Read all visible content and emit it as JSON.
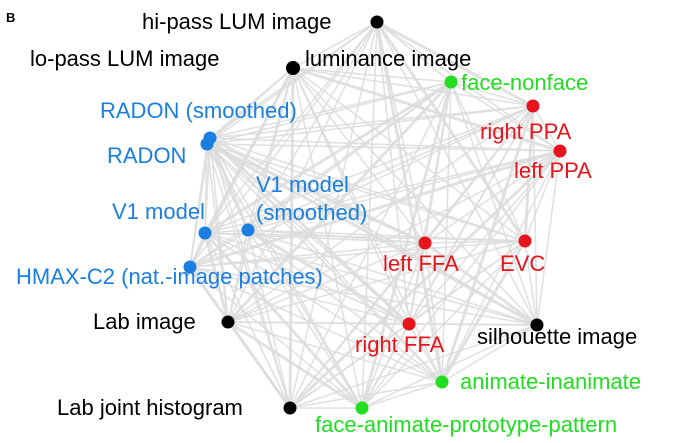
{
  "panel_letter": "B",
  "colors": {
    "black": "#000000",
    "blue": "#1a7fe0",
    "red": "#e8141b",
    "green": "#22dd22",
    "edge": "#dcdcdc"
  },
  "nodes": [
    {
      "id": "hipass",
      "label": "hi-pass LUM image",
      "group": "black"
    },
    {
      "id": "lopass",
      "label": "lo-pass LUM image",
      "group": "black"
    },
    {
      "id": "luminance",
      "label": "luminance image",
      "group": "black"
    },
    {
      "id": "facenonface",
      "label": "face-nonface",
      "group": "green"
    },
    {
      "id": "radon_s",
      "label": "RADON (smoothed)",
      "group": "blue"
    },
    {
      "id": "radon",
      "label": "RADON",
      "group": "blue"
    },
    {
      "id": "rightppa",
      "label": "right PPA",
      "group": "red"
    },
    {
      "id": "leftppa",
      "label": "left PPA",
      "group": "red"
    },
    {
      "id": "v1",
      "label": "V1 model",
      "group": "blue"
    },
    {
      "id": "v1s_1",
      "label": "V1 model",
      "group": "blue"
    },
    {
      "id": "v1s_2",
      "label": "(smoothed)",
      "group": "blue"
    },
    {
      "id": "leftffa",
      "label": "left FFA",
      "group": "red"
    },
    {
      "id": "evc",
      "label": "EVC",
      "group": "red"
    },
    {
      "id": "hmax",
      "label": "HMAX-C2 (nat.-image patches)",
      "group": "blue"
    },
    {
      "id": "lab",
      "label": "Lab image",
      "group": "black"
    },
    {
      "id": "rightffa",
      "label": "right FFA",
      "group": "red"
    },
    {
      "id": "silhouette",
      "label": "silhouette image",
      "group": "black"
    },
    {
      "id": "animate",
      "label": "animate-inanimate",
      "group": "green"
    },
    {
      "id": "labjoint",
      "label": "Lab joint histogram",
      "group": "black"
    },
    {
      "id": "faceanimate",
      "label": "face-animate-prototype-pattern",
      "group": "green"
    }
  ]
}
